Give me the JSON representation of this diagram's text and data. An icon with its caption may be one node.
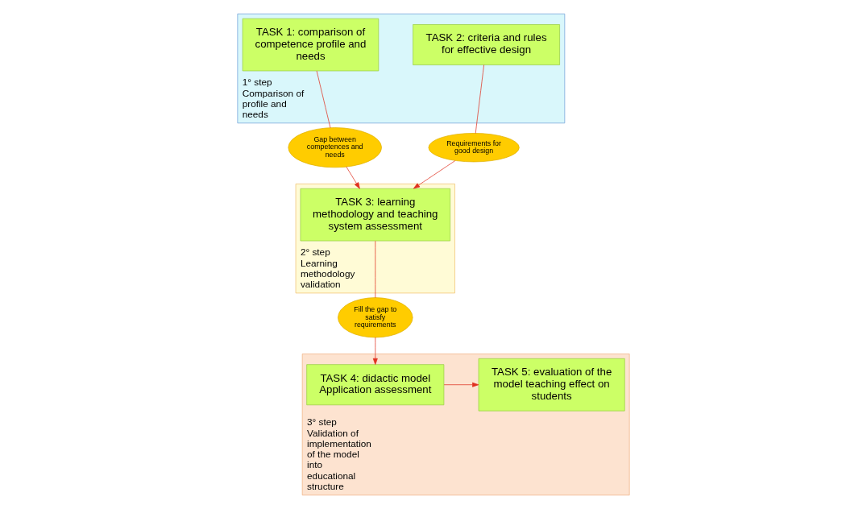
{
  "diagram": {
    "nodes": [
      {
        "text": [
          "1° step",
          "Comparison of profile and needs"
        ]
      },
      {
        "text": [
          "TASK 1: comparison of competence profile and needs"
        ],
        "in": 0
      },
      {
        "text": [
          "TASK 2: criteria and rules for effective design"
        ],
        "in": 0
      },
      {
        "text": [
          "2° step",
          "Learning methodology validation"
        ]
      },
      {
        "text": [
          "TASK 3: learning methodology and teaching system assessment"
        ],
        "in": 3
      },
      {
        "text": [
          "3° step",
          "Validation of implementation of the model into educational structure"
        ]
      },
      {
        "text": [
          "TASK 4: didactic model Application assessment"
        ],
        "in": 5
      },
      {
        "text": [
          "TASK 5: evaluation of the model teaching effect on students"
        ],
        "in": 5
      },
      {
        "text": [
          "Gap between competences and needs"
        ]
      },
      {
        "text": [
          "Requirements for good design"
        ]
      },
      {
        "text": [
          "Fill the gap to satisfy requirements"
        ]
      }
    ],
    "edges": [
      {
        "from": 1,
        "to": 8,
        "arrow": "none"
      },
      {
        "from": 8,
        "to": 4,
        "arrow": "to"
      },
      {
        "from": 2,
        "to": 9,
        "arrow": "none"
      },
      {
        "from": 9,
        "to": 4,
        "arrow": "to"
      },
      {
        "from": 4,
        "to": 10,
        "arrow": "none"
      },
      {
        "from": 10,
        "to": 6,
        "arrow": "to"
      },
      {
        "from": 6,
        "to": 7,
        "arrow": "to"
      }
    ]
  }
}
